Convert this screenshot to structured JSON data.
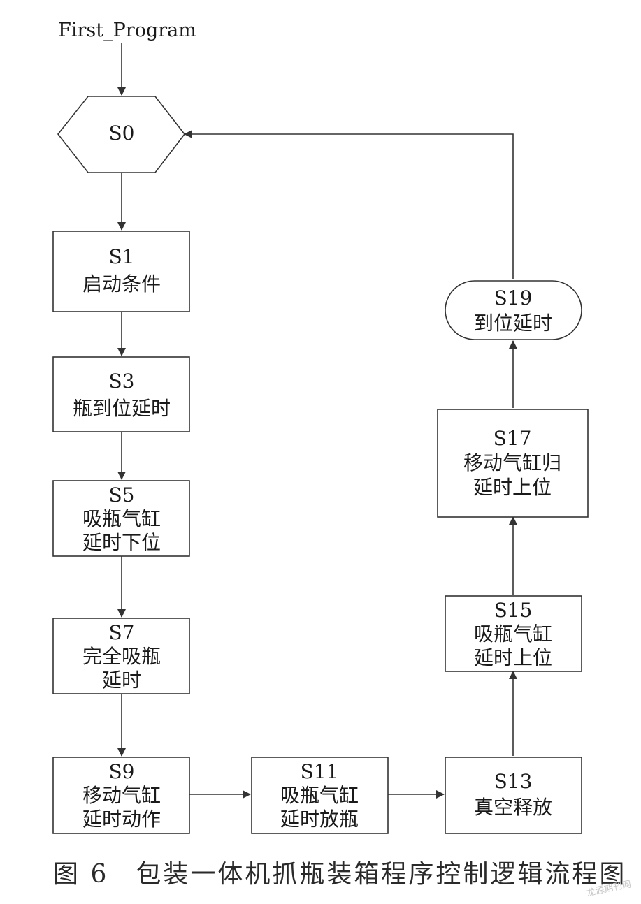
{
  "start_label": "First_Program",
  "nodes": {
    "s0": {
      "id": "S0"
    },
    "s1": {
      "id": "S1",
      "line1": "启动条件"
    },
    "s3": {
      "id": "S3",
      "line1": "瓶到位延时"
    },
    "s5": {
      "id": "S5",
      "line1": "吸瓶气缸",
      "line2": "延时下位"
    },
    "s7": {
      "id": "S7",
      "line1": "完全吸瓶",
      "line2": "延时"
    },
    "s9": {
      "id": "S9",
      "line1": "移动气缸",
      "line2": "延时动作"
    },
    "s11": {
      "id": "S11",
      "line1": "吸瓶气缸",
      "line2": "延时放瓶"
    },
    "s13": {
      "id": "S13",
      "line1": "真空释放"
    },
    "s15": {
      "id": "S15",
      "line1": "吸瓶气缸",
      "line2": "延时上位"
    },
    "s17": {
      "id": "S17",
      "line1": "移动气缸归",
      "line2": "延时上位"
    },
    "s19": {
      "id": "S19",
      "line1": "到位延时"
    }
  },
  "caption": "图 6　包装一体机抓瓶装箱程序控制逻辑流程图",
  "watermark": "龙源期刊网"
}
